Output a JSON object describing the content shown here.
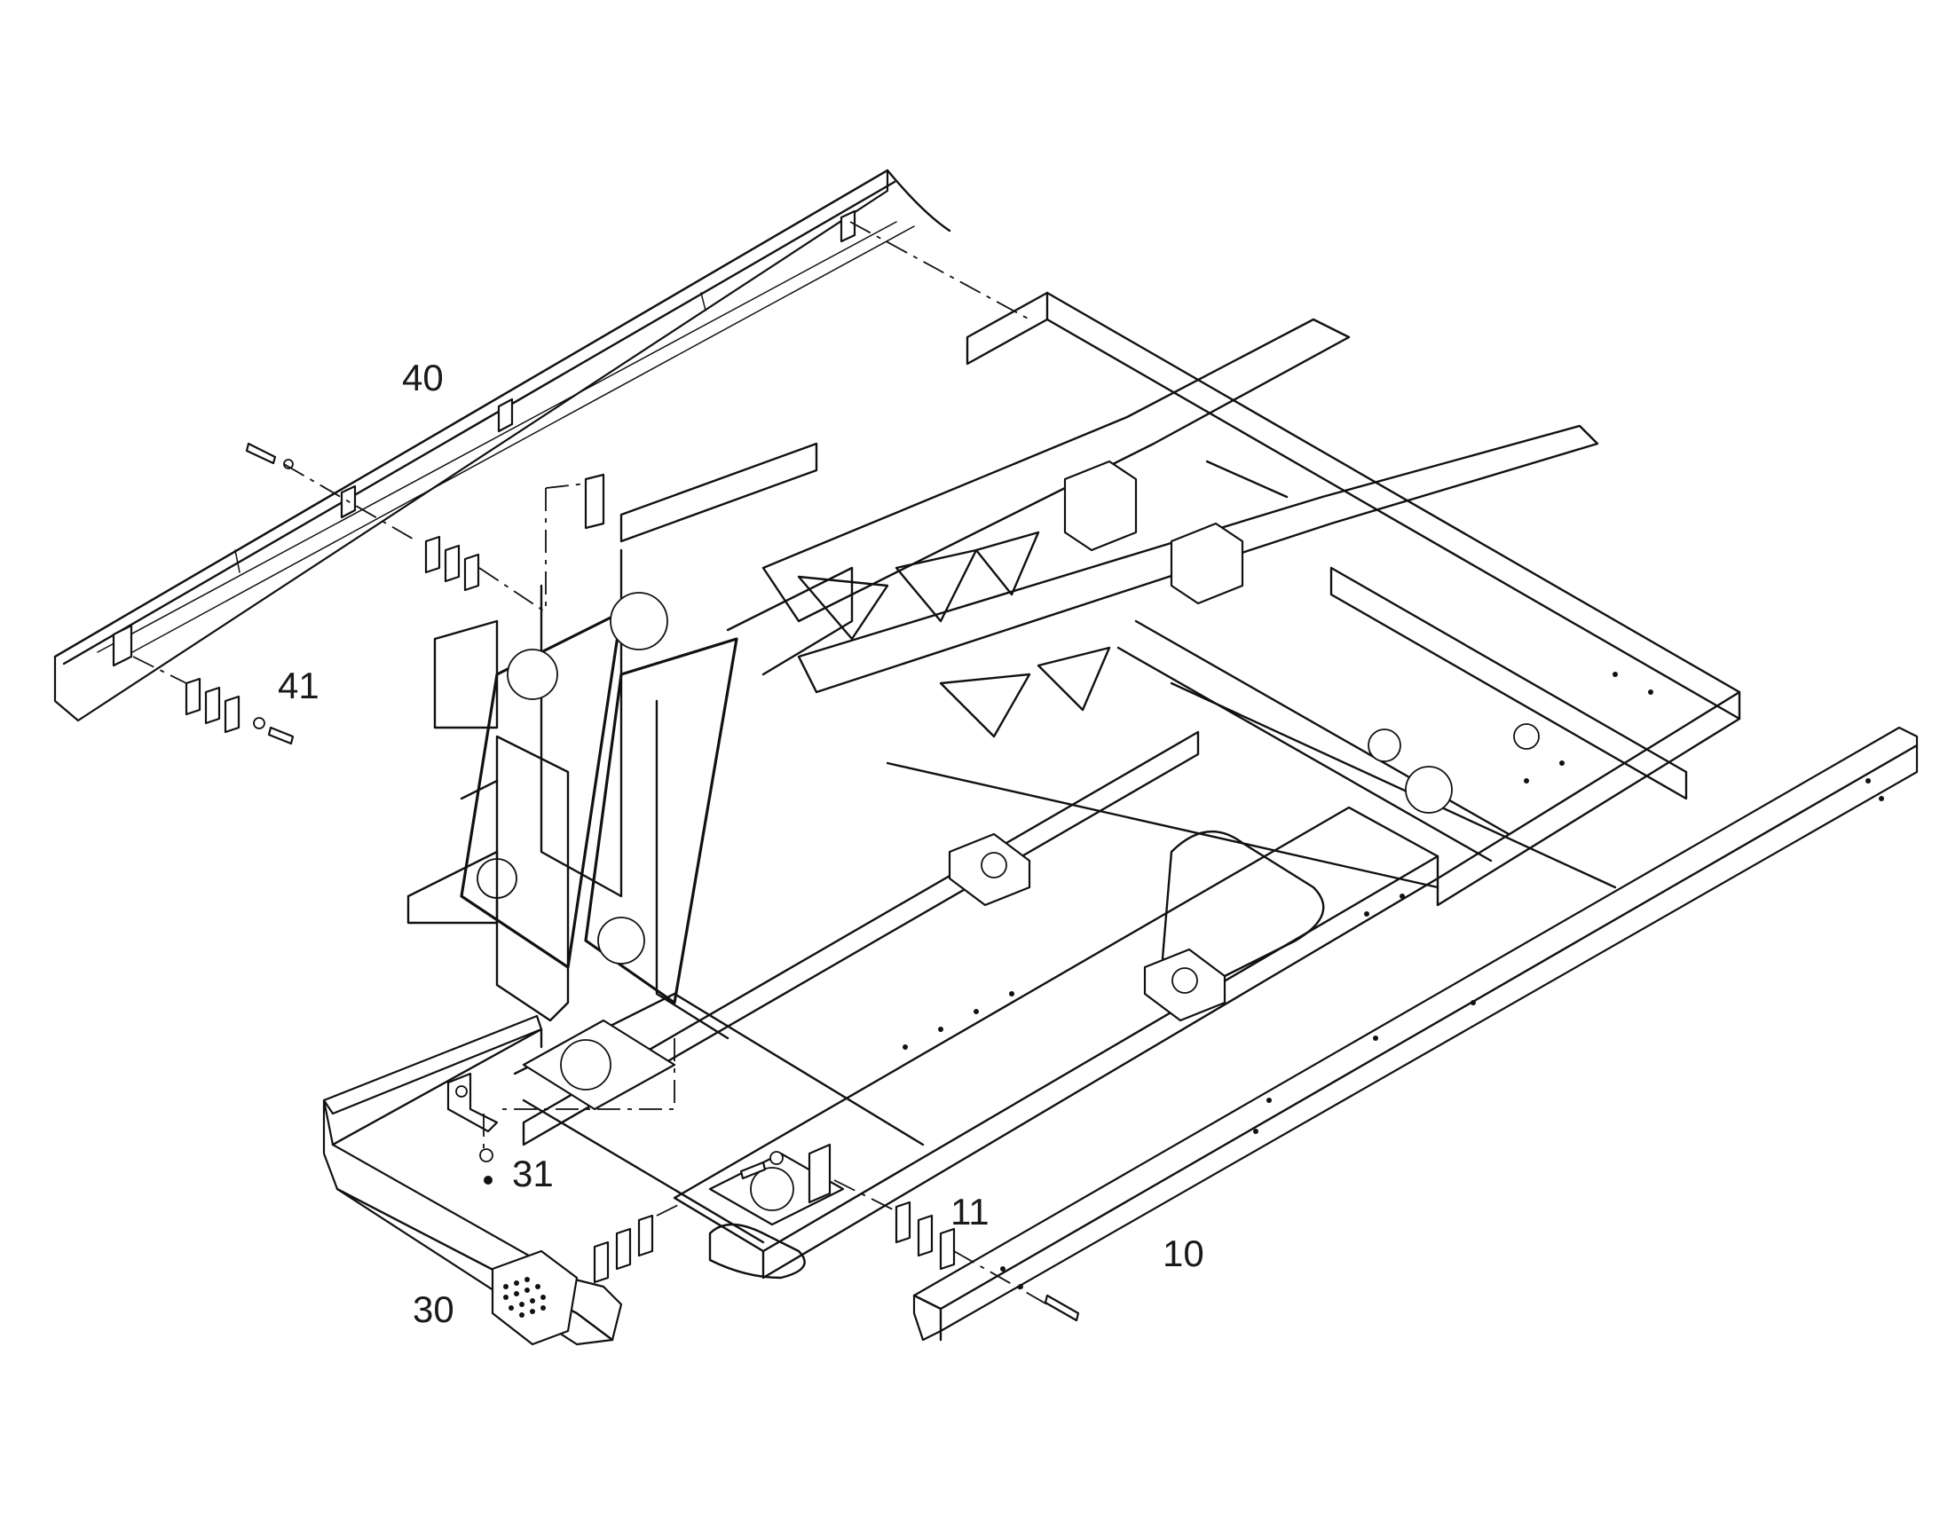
{
  "callouts": {
    "c10": "10",
    "c11": "11",
    "c30": "30",
    "c31": "31",
    "c40": "40",
    "c41": "41"
  },
  "colors": {
    "line": "#111111",
    "background": "#ffffff"
  }
}
